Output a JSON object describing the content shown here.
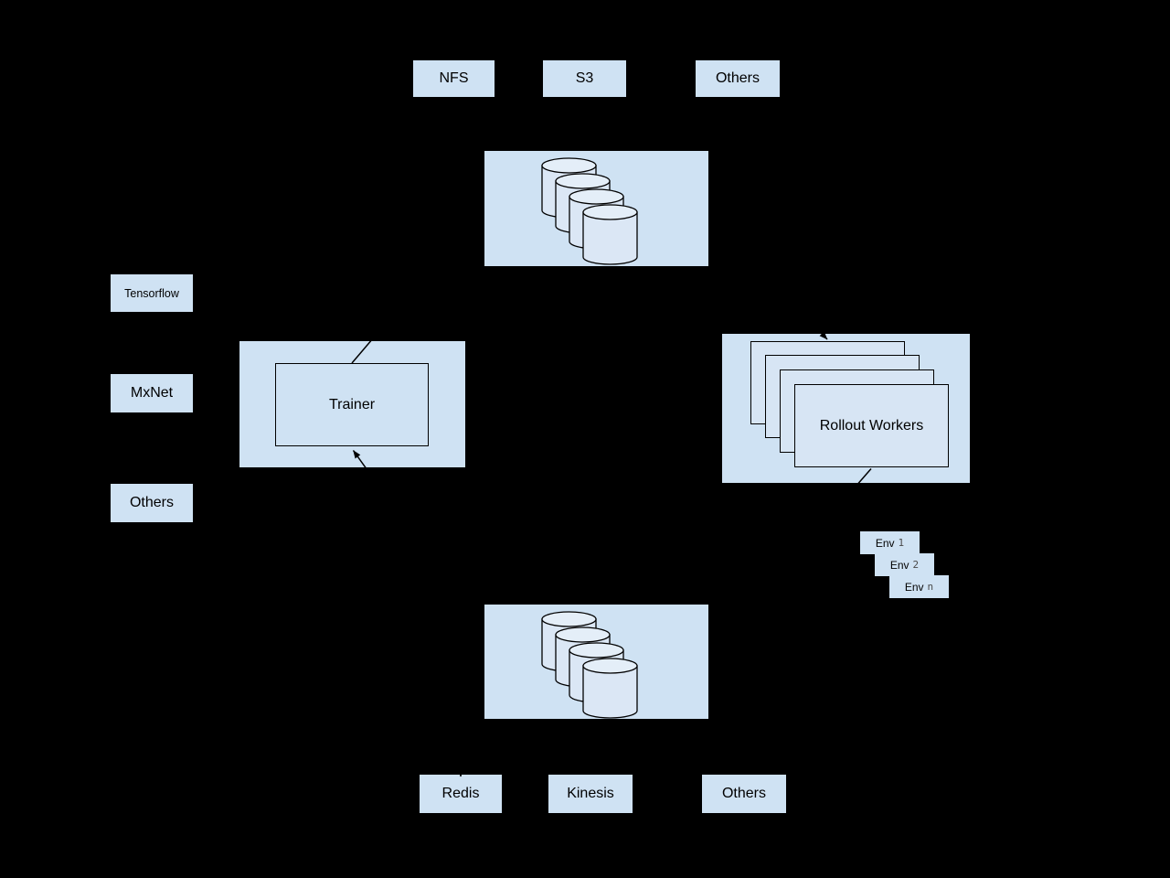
{
  "diagram": {
    "background": "#000000",
    "box_fill": "#cfe2f3",
    "shape_fill": "#dbe7f5",
    "cylinder_top_fill": "#e4eef8",
    "stroke": "#000000",
    "text_color": "#000000"
  },
  "storage_backends_top": {
    "items": [
      {
        "label": "NFS"
      },
      {
        "label": "S3"
      },
      {
        "label": "Others"
      }
    ]
  },
  "data_store_top": {
    "cylinder_count": 4
  },
  "frameworks": {
    "items": [
      {
        "label": "Tensorflow"
      },
      {
        "label": "MxNet"
      },
      {
        "label": "Others"
      }
    ]
  },
  "trainer": {
    "label": "Trainer"
  },
  "rollout_workers": {
    "label": "Rollout Workers",
    "stack_count": 4
  },
  "environments": {
    "items": [
      {
        "label": "Env",
        "index": "1"
      },
      {
        "label": "Env",
        "index": "2"
      },
      {
        "label": "Env",
        "index": "n"
      }
    ]
  },
  "data_store_bottom": {
    "cylinder_count": 4
  },
  "memory_backends_bottom": {
    "items": [
      {
        "label": "Redis"
      },
      {
        "label": "Kinesis"
      },
      {
        "label": "Others"
      }
    ]
  }
}
